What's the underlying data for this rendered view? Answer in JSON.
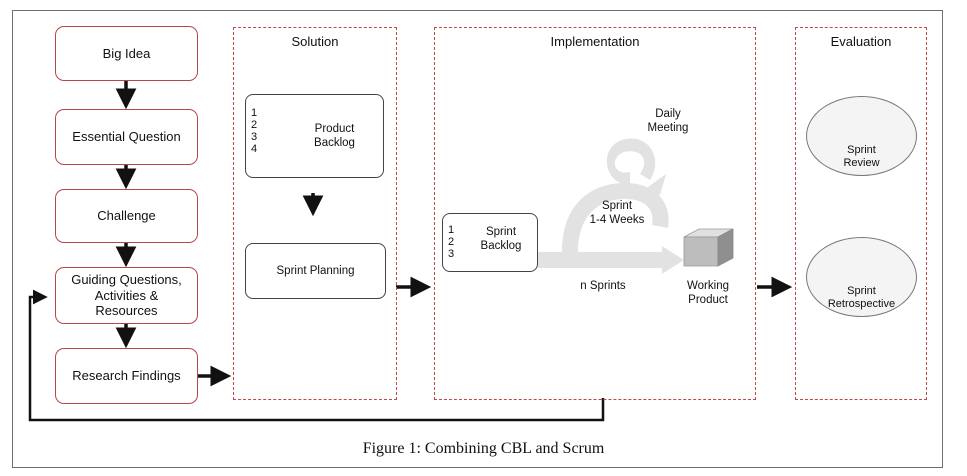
{
  "cbl": {
    "big_idea": "Big Idea",
    "essential_question": "Essential Question",
    "challenge": "Challenge",
    "guiding_line1": "Guiding Questions,",
    "guiding_line2": "Activities &",
    "guiding_line3": "Resources",
    "research_findings": "Research Findings"
  },
  "solution": {
    "title": "Solution",
    "product_backlog_line1": "Product",
    "product_backlog_line2": "Backlog",
    "backlog_numbers": [
      "1",
      "2",
      "3",
      "4"
    ],
    "sprint_planning": "Sprint Planning"
  },
  "implementation": {
    "title": "Implementation",
    "daily_line1": "Daily",
    "daily_line2": "Meeting",
    "sprint_line1": "Sprint",
    "sprint_line2": "1-4 Weeks",
    "sprint_backlog_line1": "Sprint",
    "sprint_backlog_line2": "Backlog",
    "sprint_backlog_numbers": [
      "1",
      "2",
      "3"
    ],
    "n_sprints": "n Sprints",
    "working_line1": "Working",
    "working_line2": "Product"
  },
  "evaluation": {
    "title": "Evaluation",
    "review_line1": "Sprint",
    "review_line2": "Review",
    "retro_line1": "Sprint",
    "retro_line2": "Retrospective"
  },
  "caption": "Figure 1: Combining CBL and Scrum",
  "colors": {
    "accent_red": "#c0474b",
    "arrow": "#111111",
    "light_gray_arrow": "#dcdcdc"
  }
}
